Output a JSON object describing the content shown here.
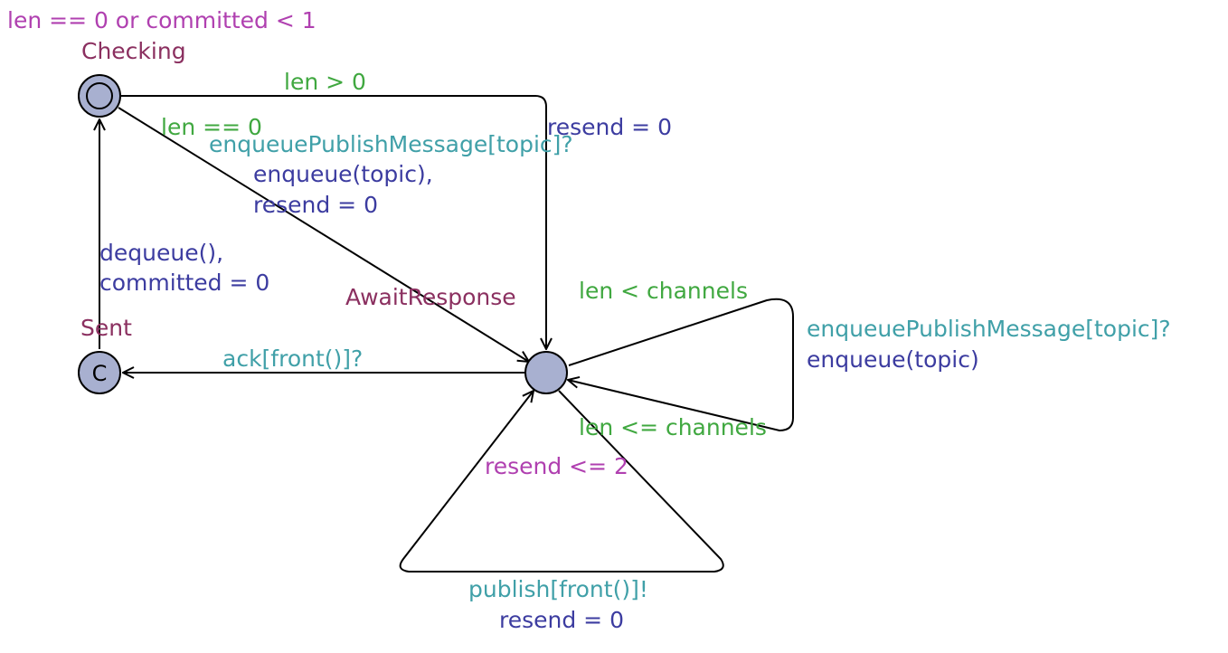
{
  "states": {
    "checking": {
      "name": "Checking",
      "invariant": "len == 0 or committed < 1"
    },
    "sent": {
      "name": "Sent"
    },
    "await": {
      "name": "AwaitResponse"
    }
  },
  "edges": {
    "checking_to_await_top": {
      "guard": "len > 0",
      "update": "resend = 0"
    },
    "checking_to_await_diag": {
      "guard": "len == 0",
      "sync": "enqueuePublishMessage[topic]?",
      "update_line1": "enqueue(topic),",
      "update_line2": "resend = 0"
    },
    "sent_to_checking": {
      "update_line1": "dequeue(),",
      "update_line2": "committed = 0"
    },
    "await_to_sent": {
      "sync": "ack[front()]?"
    },
    "await_self_right": {
      "guard_top": "len < channels",
      "sync": "enqueuePublishMessage[topic]?",
      "update": "enqueue(topic)",
      "guard_bottom": "len <= channels"
    },
    "await_self_bottom": {
      "guard": "resend <= 2",
      "sync": "publish[front()]!",
      "update": "resend = 0"
    }
  },
  "colors": {
    "invariant": "#b040b0",
    "name": "#8b3060",
    "guard": "#40a840",
    "sync": "#40a0a8",
    "update": "#3c3ca0",
    "state_fill": "#a8b0d0"
  }
}
